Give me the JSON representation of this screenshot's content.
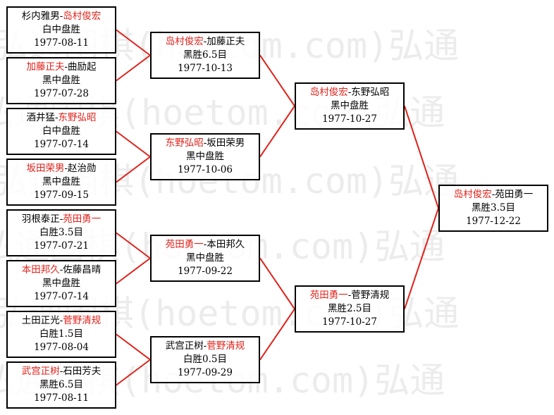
{
  "watermark": "弘通围棋(hoetom.com)弘通",
  "colors": {
    "winner": "#e0211a",
    "line": "#e0211a",
    "border": "#000000",
    "text": "#000000"
  },
  "round1": [
    {
      "p1": "杉内雅男",
      "p2": "岛村俊宏",
      "winner": 2,
      "result": "白中盘胜",
      "date": "1977-08-11"
    },
    {
      "p1": "加藤正夫",
      "p2": "曲励起",
      "winner": 1,
      "result": "黑中盘胜",
      "date": "1977-07-28"
    },
    {
      "p1": "酒井猛",
      "p2": "东野弘昭",
      "winner": 2,
      "result": "白中盘胜",
      "date": "1977-07-14"
    },
    {
      "p1": "坂田荣男",
      "p2": "赵治勋",
      "winner": 1,
      "result": "黑中盘胜",
      "date": "1977-09-15"
    },
    {
      "p1": "羽根泰正",
      "p2": "苑田勇一",
      "winner": 2,
      "result": "白胜3.5目",
      "date": "1977-07-21"
    },
    {
      "p1": "本田邦久",
      "p2": "佐藤昌晴",
      "winner": 1,
      "result": "黑中盘胜",
      "date": "1977-07-14"
    },
    {
      "p1": "土田正光",
      "p2": "菅野清规",
      "winner": 2,
      "result": "白胜1.5目",
      "date": "1977-08-04"
    },
    {
      "p1": "武宫正树",
      "p2": "石田芳夫",
      "winner": 1,
      "result": "黑胜6.5目",
      "date": "1977-08-11"
    }
  ],
  "round2": [
    {
      "p1": "岛村俊宏",
      "p2": "加藤正夫",
      "winner": 1,
      "result": "黑胜6.5目",
      "date": "1977-10-13"
    },
    {
      "p1": "东野弘昭",
      "p2": "坂田荣男",
      "winner": 1,
      "result": "黑中盘胜",
      "date": "1977-10-06"
    },
    {
      "p1": "苑田勇一",
      "p2": "本田邦久",
      "winner": 1,
      "result": "黑中盘胜",
      "date": "1977-09-22"
    },
    {
      "p1": "武宫正树",
      "p2": "菅野清规",
      "winner": 2,
      "result": "白胜0.5目",
      "date": "1977-09-29"
    }
  ],
  "round3": [
    {
      "p1": "岛村俊宏",
      "p2": "东野弘昭",
      "winner": 1,
      "result": "黑中盘胜",
      "date": "1977-10-27"
    },
    {
      "p1": "苑田勇一",
      "p2": "菅野清规",
      "winner": 1,
      "result": "黑胜2.5目",
      "date": "1977-10-27"
    }
  ],
  "final": [
    {
      "p1": "岛村俊宏",
      "p2": "苑田勇一",
      "winner": 1,
      "result": "黑胜3.5目",
      "date": "1977-12-22"
    }
  ]
}
